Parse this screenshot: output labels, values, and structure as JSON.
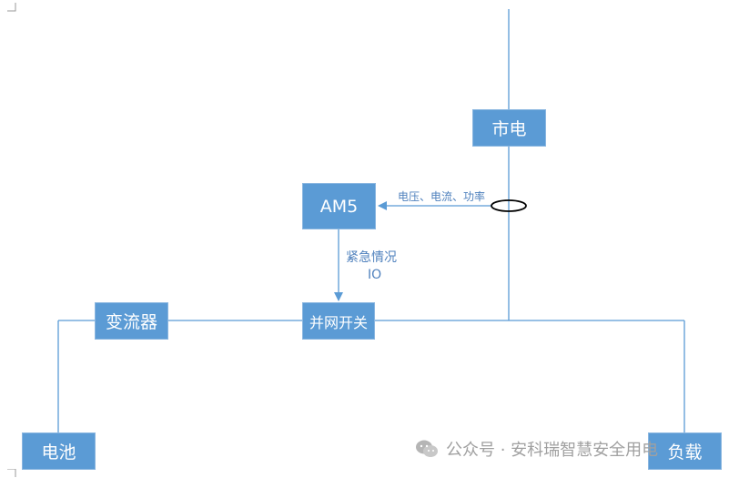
{
  "diagram": {
    "nodes": {
      "grid": "市电",
      "am5": "AM5",
      "switch": "并网开关",
      "inverter": "变流器",
      "battery": "电池",
      "load": "负载"
    },
    "edges": {
      "measure_label": "电压、电流、功率",
      "emergency_label_1": "紧急情况",
      "emergency_label_2": "IO"
    }
  },
  "watermark": {
    "text": "公众号 · 安科瑞智慧安全用电"
  },
  "colors": {
    "box": "#5b9bd5",
    "line": "#5b9bd5",
    "label": "#4f81bd",
    "watermark": "#a0a0a0"
  }
}
